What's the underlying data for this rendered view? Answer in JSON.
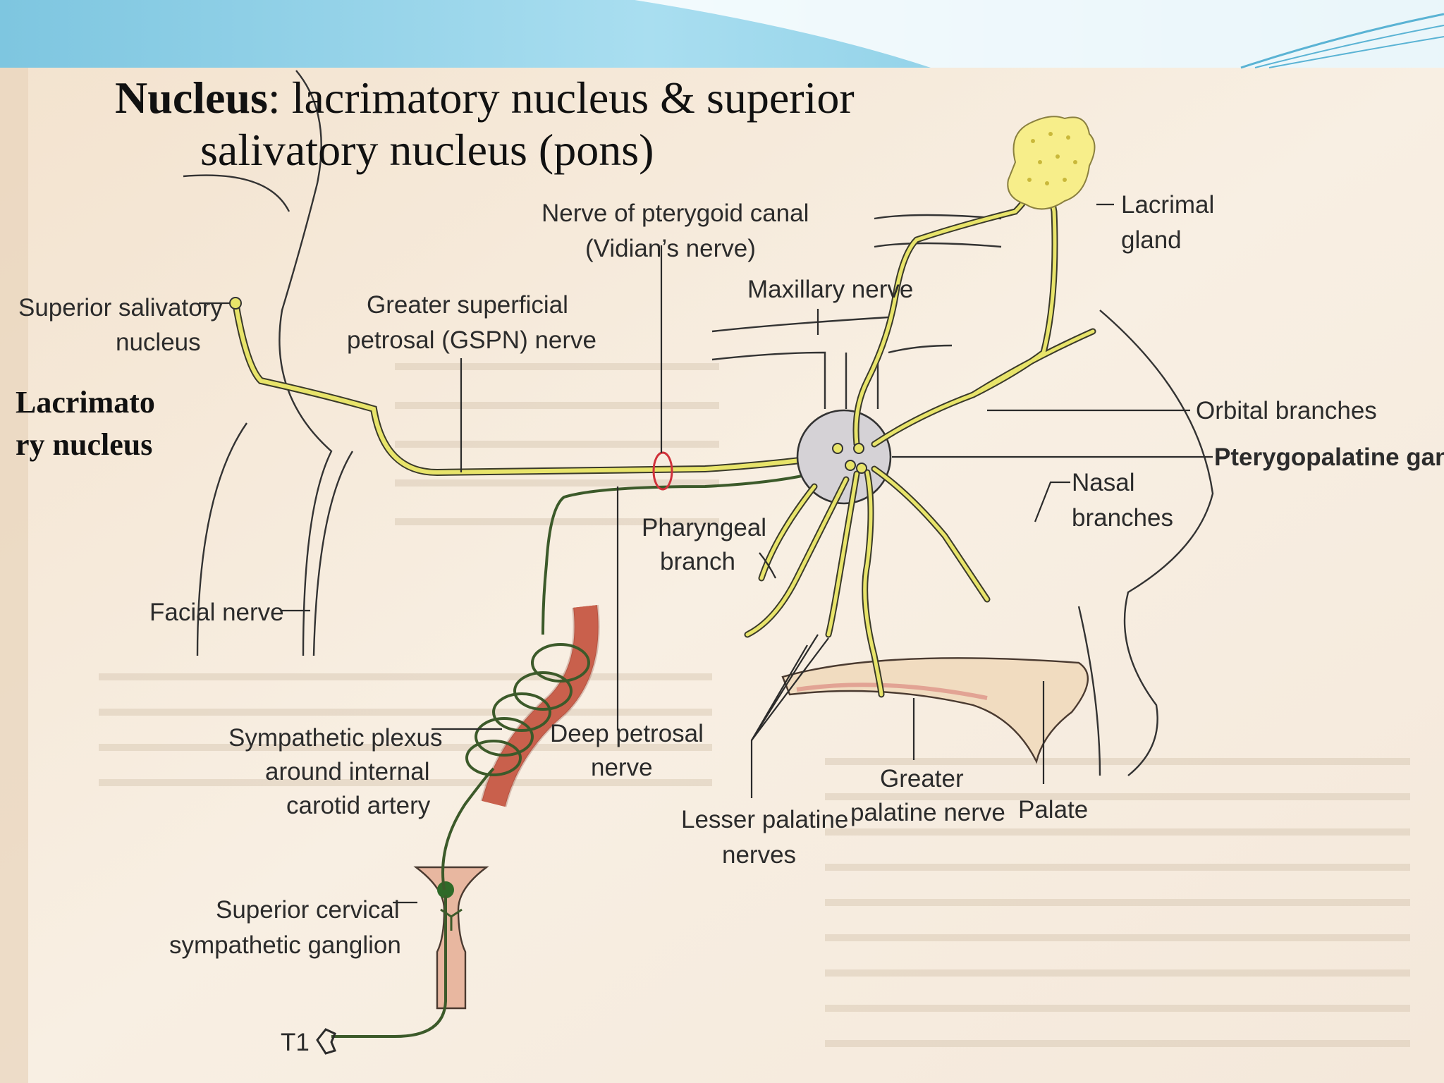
{
  "title": {
    "bold": "Nucleus",
    "rest_line1": ": lacrimatory nucleus & superior",
    "line2": "salivatory nucleus (pons)"
  },
  "labels": {
    "superior_salivatory_1": "Superior salivatory",
    "superior_salivatory_2": "nucleus",
    "lacrimatory_1": "Lacrimato",
    "lacrimatory_2": "ry nucleus",
    "gspn_1": "Greater superficial",
    "gspn_2": "petrosal (GSPN) nerve",
    "vidian_1": "Nerve of pterygoid canal",
    "vidian_2": "(Vidian’s nerve)",
    "maxillary": "Maxillary nerve",
    "lacrimal_gland_1": "Lacrimal",
    "lacrimal_gland_2": "gland",
    "orbital": "Orbital branches",
    "ptg_ganglion": "Pterygopalatine ganglio",
    "nasal_1": "Nasal",
    "nasal_2": "branches",
    "pharyngeal_1": "Pharyngeal",
    "pharyngeal_2": "branch",
    "facial": "Facial nerve",
    "sympathetic_1": "Sympathetic plexus",
    "sympathetic_2": "around internal",
    "sympathetic_3": "carotid artery",
    "deep_petrosal_1": "Deep petrosal",
    "deep_petrosal_2": "nerve",
    "greater_palatine_1": "Greater",
    "greater_palatine_2": "palatine nerve",
    "palate": "Palate",
    "lesser_palatine_1": "Lesser palatine",
    "lesser_palatine_2": "nerves",
    "superior_cervical_1": "Superior cervical",
    "superior_cervical_2": "sympathetic ganglion",
    "t1": "T1"
  },
  "colors": {
    "banner": "#8fd3e8",
    "parasympathetic_nerve": "#e8e46a",
    "sympathetic_nerve": "#3c5a2a",
    "carotid_artery": "#c9604c",
    "ganglion_fill": "#d5d2d6",
    "gland": "#f7ee8a",
    "vidian_marker": "#d0313a",
    "palate": "#f1dcc0"
  }
}
